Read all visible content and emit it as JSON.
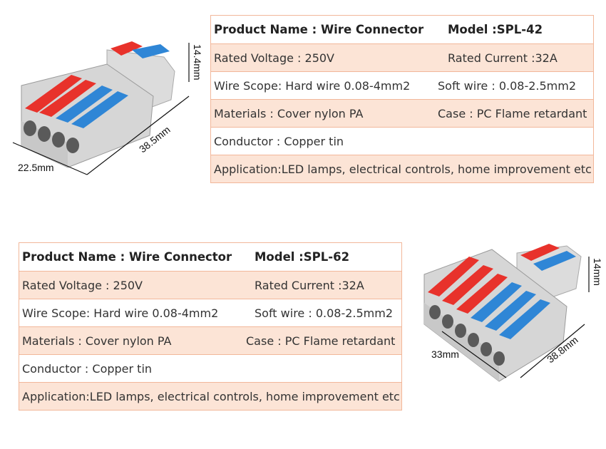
{
  "spl42": {
    "product_name": "Product Name : Wire Connector",
    "model": "Model :SPL-42",
    "rated_voltage": "Rated Voltage  : 250V",
    "rated_current": "Rated Current :32A",
    "wire_scope_hard": "Wire Scope: Hard wire 0.08-4mm2",
    "wire_scope_soft": "Soft wire : 0.08-2.5mm2",
    "materials": "Materials : Cover nylon PA",
    "case": "Case : PC Flame retardant",
    "conductor": "Conductor : Copper tin",
    "application": "Application:LED lamps, electrical controls,  home improvement etc",
    "dim_height": "14.4mm",
    "dim_length": "38.5mm",
    "dim_width": "22.5mm"
  },
  "spl62": {
    "product_name": "Product Name : Wire Connector",
    "model": "Model :SPL-62",
    "rated_voltage": "Rated Voltage  : 250V",
    "rated_current": "Rated Current :32A",
    "wire_scope_hard": "Wire Scope: Hard wire 0.08-4mm2",
    "wire_scope_soft": "Soft wire : 0.08-2.5mm2",
    "materials": "Materials : Cover nylon PA",
    "case": "Case : PC Flame retardant",
    "conductor": "Conductor : Copper tin",
    "application": "Application:LED lamps, electrical controls,  home improvement etc",
    "dim_height": "14mm",
    "dim_length": "38.8mm",
    "dim_width": "33mm"
  },
  "colors": {
    "table_border": "#f2b79a",
    "row_shade": "#fce4d6",
    "lever_red": "#e8322b",
    "lever_blue": "#2f86d6",
    "housing_gray": "#d4d4d4"
  }
}
